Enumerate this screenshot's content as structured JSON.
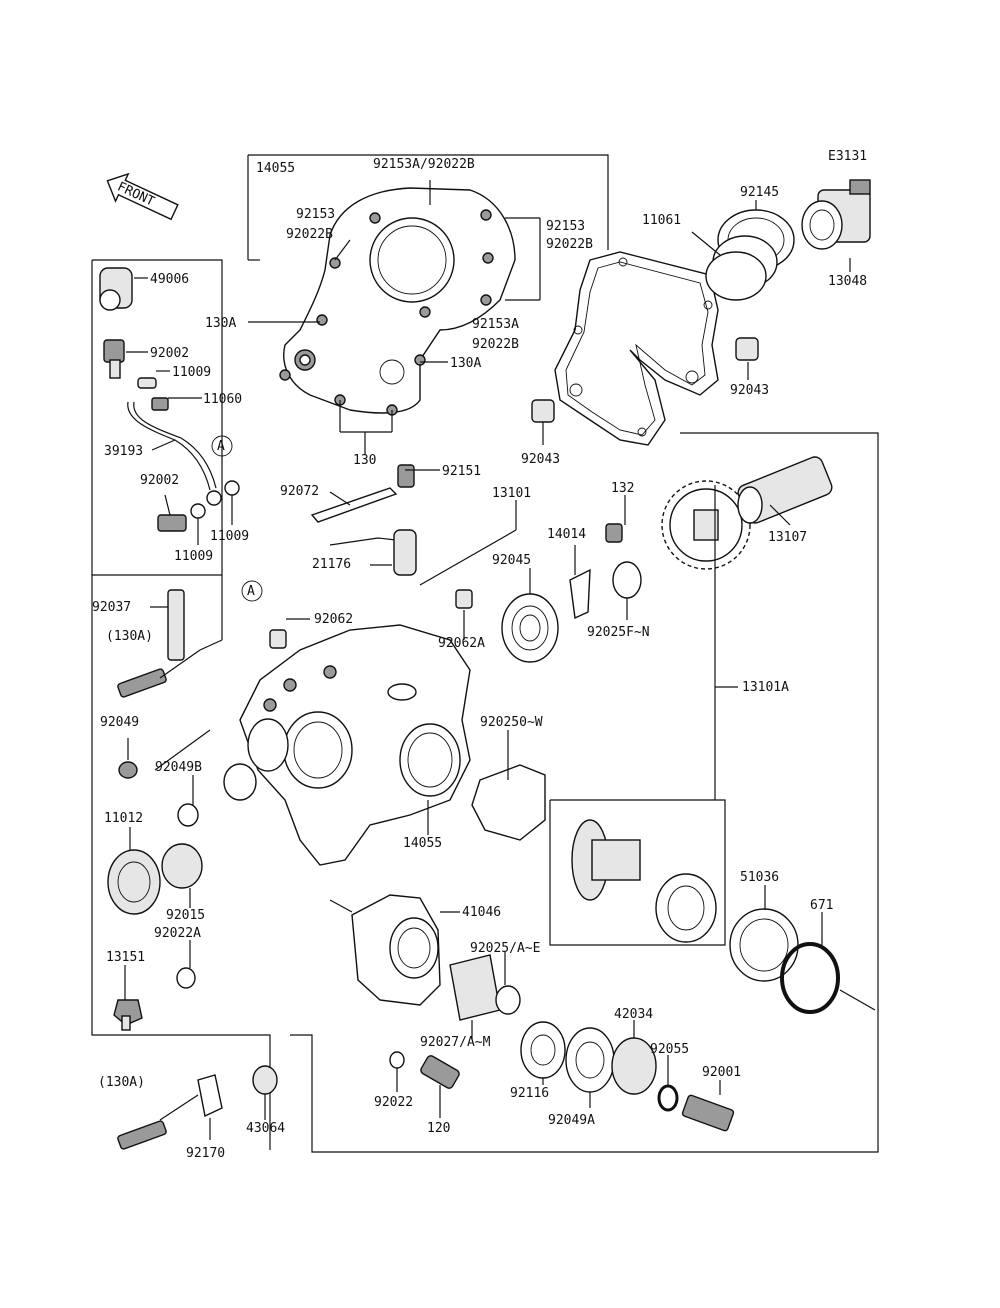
{
  "diagram_code": "E3131",
  "front_label": "FRONT",
  "callouts": {
    "c14055": "14055",
    "c92153A_92022B_top": "92153A/92022B",
    "c92153_left": "92153",
    "c92022B_left": "92022B",
    "c92153_right": "92153",
    "c92022B_right": "92022B",
    "c130A_left": "130A",
    "c92153A_right": "92153A",
    "c92022B_right2": "92022B",
    "c130A_right": "130A",
    "c130": "130",
    "c11061": "11061",
    "c92145": "92145",
    "c13048": "13048",
    "c92043_upper": "92043",
    "c92043_lower": "92043",
    "c49006": "49006",
    "c92002_upper": "92002",
    "c11009_upper": "11009",
    "c11060": "11060",
    "c39193": "39193",
    "cA_upper": "A",
    "c92002_lower": "92002",
    "c11009_right": "11009",
    "c11009_lower": "11009",
    "c92072": "92072",
    "c92151": "92151",
    "c13101": "13101",
    "c132": "132",
    "c13107": "13107",
    "c21176": "21176",
    "c14014": "14014",
    "c92045": "92045",
    "cA_lower": "A",
    "c92062": "92062",
    "c92062A": "92062A",
    "c92025FN": "92025F~N",
    "c92037": "92037",
    "c130A_paren1": "(130A)",
    "c13101A": "13101A",
    "c92049": "92049",
    "c92049B": "92049B",
    "c92025OW": "920250~W",
    "c11012": "11012",
    "c92015": "92015",
    "c92022A": "92022A",
    "c51036": "51036",
    "c671": "671",
    "c41046": "41046",
    "c13151": "13151",
    "c92025AE": "92025/A~E",
    "c42034": "42034",
    "c92027AM": "92027/A~M",
    "c92055": "92055",
    "c92001": "92001",
    "c130A_paren2": "(130A)",
    "c92116": "92116",
    "c92022": "92022",
    "c92049A": "92049A",
    "c43064": "43064",
    "c120": "120",
    "c92170": "92170"
  }
}
